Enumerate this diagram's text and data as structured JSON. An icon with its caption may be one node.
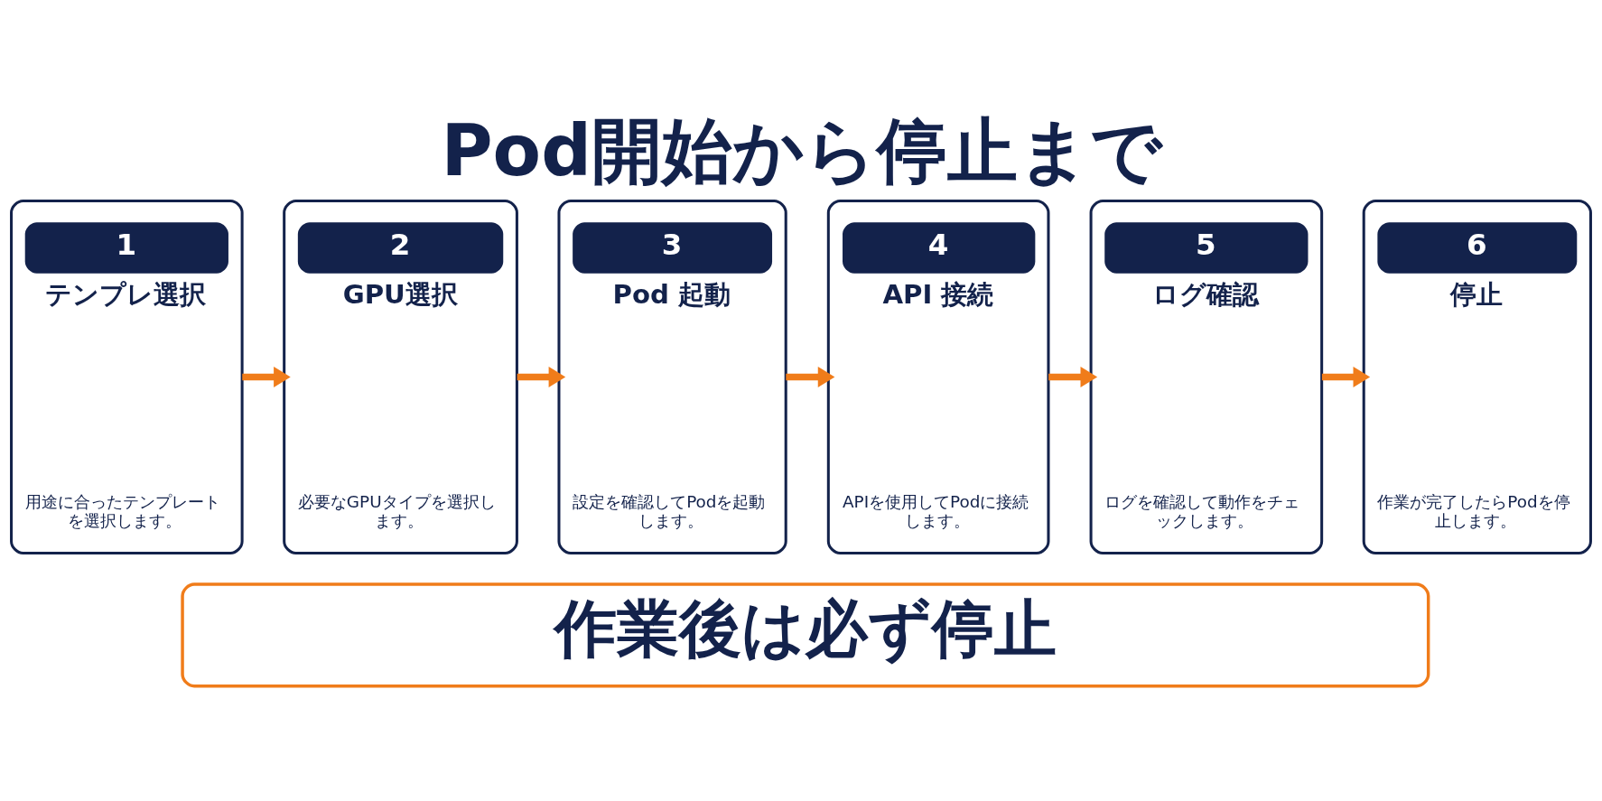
{
  "diagram": {
    "title": "Pod開始から停止まで",
    "nodes": [
      {
        "text": [
          "1",
          "テンプレ選択",
          "用途に合ったテンプレートを選択します。"
        ]
      },
      {
        "text": [
          "2",
          "GPU選択",
          "必要なGPUタイプを選択します。"
        ]
      },
      {
        "text": [
          "3",
          "Pod 起動",
          "設定を確認してPodを起動します。"
        ]
      },
      {
        "text": [
          "4",
          "API 接続",
          "APIを使用してPodに接続します。"
        ]
      },
      {
        "text": [
          "5",
          "ログ確認",
          "ログを確認して動作をチェックします。"
        ]
      },
      {
        "text": [
          "6",
          "停止",
          "作業が完了したらPodを停止します。"
        ]
      },
      {
        "text": [
          "作業後は必ず停止"
        ]
      }
    ],
    "edges": [
      {
        "from": 0,
        "to": 1,
        "arrow": "to"
      },
      {
        "from": 1,
        "to": 2,
        "arrow": "to"
      },
      {
        "from": 2,
        "to": 3,
        "arrow": "to"
      },
      {
        "from": 3,
        "to": 4,
        "arrow": "to"
      },
      {
        "from": 4,
        "to": 5,
        "arrow": "to"
      }
    ]
  }
}
